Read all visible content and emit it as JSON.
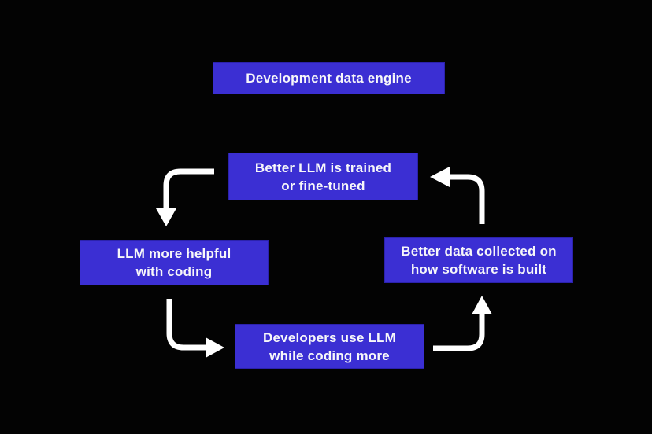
{
  "diagram": {
    "title": "Development data engine",
    "nodes": {
      "trained": {
        "line1": "Better LLM is trained",
        "line2": "or fine-tuned"
      },
      "helpful": {
        "line1": "LLM more helpful",
        "line2": "with coding"
      },
      "developers": {
        "line1": "Developers use LLM",
        "line2": "while coding more"
      },
      "collected": {
        "line1": "Better data collected on",
        "line2": "how software is built"
      }
    },
    "arrows": [
      {
        "from": "trained",
        "to": "helpful"
      },
      {
        "from": "helpful",
        "to": "developers"
      },
      {
        "from": "developers",
        "to": "collected"
      },
      {
        "from": "collected",
        "to": "trained"
      }
    ],
    "colors": {
      "background": "#030303",
      "box_fill": "#3b2fd3",
      "box_border": "#2c22ad",
      "text": "#f7f7f9",
      "arrow": "#ffffff"
    }
  }
}
